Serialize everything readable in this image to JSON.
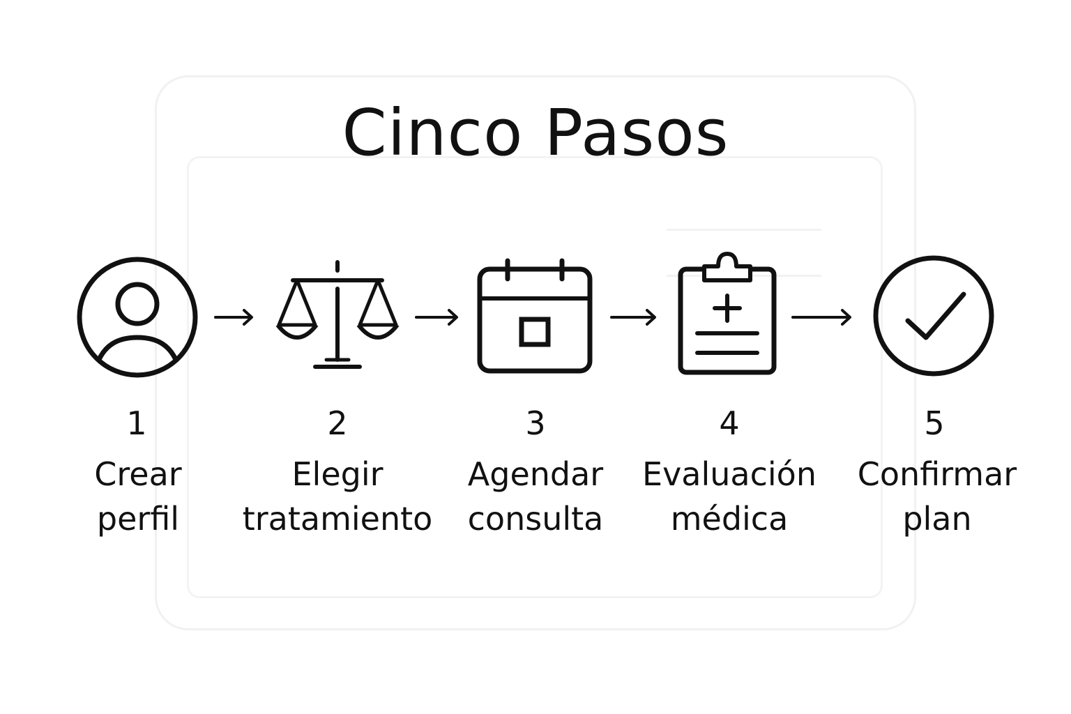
{
  "title": "Cinco Pasos",
  "steps": [
    {
      "number": "1",
      "label_line1": "Crear",
      "label_line2": "perfil",
      "icon": "user-profile-icon"
    },
    {
      "number": "2",
      "label_line1": "Elegir",
      "label_line2": "tratamiento",
      "icon": "balance-scale-icon"
    },
    {
      "number": "3",
      "label_line1": "Agendar",
      "label_line2": "consulta",
      "icon": "calendar-icon"
    },
    {
      "number": "4",
      "label_line1": "Evaluación",
      "label_line2": "médica",
      "icon": "clipboard-medical-icon"
    },
    {
      "number": "5",
      "label_line1": "Confirmar",
      "label_line2": "plan",
      "icon": "checkmark-circle-icon"
    }
  ],
  "colors": {
    "stroke": "#111111",
    "background": "#ffffff",
    "faint_frame": "#f1f1f1"
  }
}
